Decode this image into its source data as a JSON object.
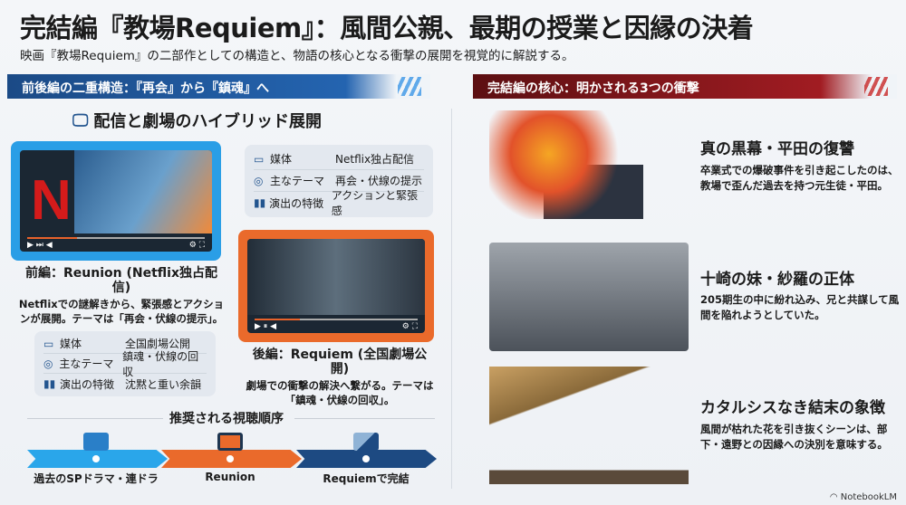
{
  "title": "完結編『教場Requiem』：風間公親、最期の授業と因縁の決着",
  "subtitle": "映画『教場Requiem』の二部作としての構造と、物語の核心となる衝撃の展開を視覚的に解説する。",
  "left": {
    "banner": "前後編の二重構造：『再会』から『鎮魂』へ",
    "heading": "配信と劇場のハイブリッド展開",
    "part1": {
      "logo": "N",
      "title": "前編：Reunion (Netflix独占配信)",
      "desc": "Netflixでの謎解きから、緊張感とアクションが展開。テーマは「再会・伏線の提示」。",
      "rows": [
        {
          "k": "媒体",
          "v": "Netflix独占配信"
        },
        {
          "k": "主なテーマ",
          "v": "再会・伏線の提示"
        },
        {
          "k": "演出の特徴",
          "v": "アクションと緊張感"
        }
      ]
    },
    "part2": {
      "title": "後編：Requiem (全国劇場公開)",
      "desc": "劇場での衝撃の解決へ繋がる。テーマは「鎮魂・伏線の回収」。",
      "rows": [
        {
          "k": "媒体",
          "v": "全国劇場公開"
        },
        {
          "k": "主なテーマ",
          "v": "鎮魂・伏線の回収"
        },
        {
          "k": "演出の特徴",
          "v": "沈黙と重い余韻"
        }
      ]
    },
    "order": {
      "title": "推奨される視聴順序",
      "steps": [
        "過去のSPドラマ・連ドラ",
        "Reunion",
        "Requiemで完結"
      ]
    }
  },
  "right": {
    "banner": "完結編の核心：明かされる3つの衝撃",
    "items": [
      {
        "title": "真の黒幕・平田の復讐",
        "desc": "卒業式での爆破事件を引き起こしたのは、教場で歪んだ過去を持つ元生徒・平田。"
      },
      {
        "title": "十崎の妹・紗羅の正体",
        "desc": "205期生の中に紛れ込み、兄と共謀して風間を陥れようとしていた。"
      },
      {
        "title": "カタルシスなき結末の象徴",
        "desc": "風間が枯れた花を引き抜くシーンは、部下・遠野との因縁への決別を意味する。"
      }
    ]
  },
  "brand": "NotebookLM",
  "colors": {
    "blue": "#1b4a86",
    "red": "#a11c22",
    "orange": "#ea6a2b",
    "cyan": "#2a9ee6"
  }
}
